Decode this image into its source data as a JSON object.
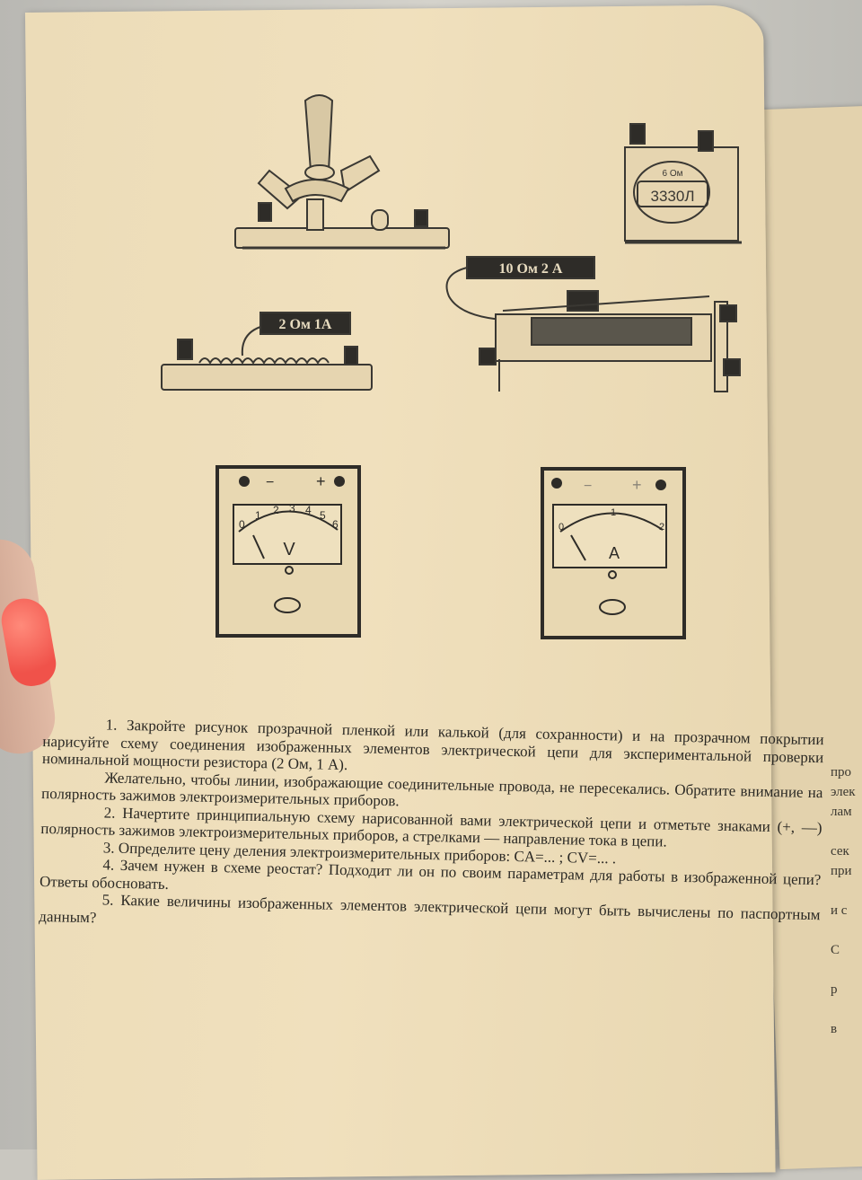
{
  "figures": {
    "resistor_label": "2 Ом 1А",
    "rheostat_label": "10 Ом 2 А",
    "box_readout": "3330Л",
    "box_top_label": "6 Ом",
    "voltmeter": {
      "letter": "V",
      "scale": [
        "0",
        "1",
        "2",
        "3",
        "4",
        "5",
        "6"
      ],
      "minus": "−",
      "plus": "+"
    },
    "ammeter": {
      "letter": "A",
      "scale": [
        "0",
        "1",
        "2"
      ],
      "minus": "−",
      "plus": "+"
    }
  },
  "text": {
    "p1": "1. Закройте рисунок прозрачной пленкой или калькой (для сохранности) и на прозрачном покрытии нарисуйте схему соединения изображенных элементов электрической цепи для экспериментальной проверки номинальной мощности резистора (2 Ом, 1 А).",
    "p2": "Желательно, чтобы линии, изображающие соединительные провода, не пересекались. Обратите внимание на полярность зажимов электроизмерительных приборов.",
    "p3": "2. Начертите принципиальную схему нарисованной вами электрической цепи и отметьте знаками (+, —) полярность зажимов электроизмерительных приборов, а стрелками — направление тока в цепи.",
    "p4": "3. Определите цену деления электроизмерительных приборов: CA=... ; CV=... .",
    "p5": "4. Зачем нужен в схеме реостат? Подходит ли он по своим параметрам для работы в изображенной цепи? Ответы обосновать.",
    "p6": "5. Какие величины изображенных элементов электрической цепи могут быть вычислены по паспортным данным?"
  },
  "side_fragments": [
    "про",
    "элек",
    "лам",
    "",
    "сек",
    "при",
    "",
    "и с",
    "",
    "C",
    "",
    "р",
    "",
    "в"
  ]
}
